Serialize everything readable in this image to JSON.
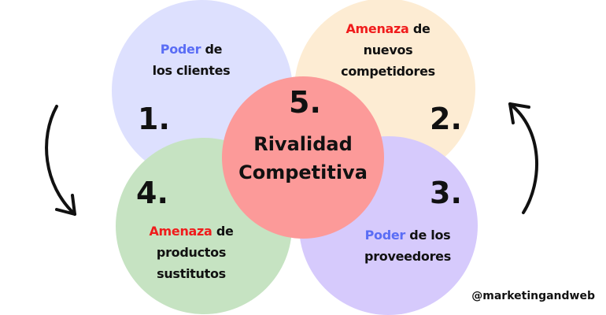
{
  "colors": {
    "c1": "#dde0fe",
    "c2": "#fdecd3",
    "c3": "#d6cafc",
    "c4": "#c6e3c2",
    "c5": "#fc9a99",
    "blue": "#5a6df5",
    "red": "#f01c1c"
  },
  "forces": [
    {
      "number": "1.",
      "highlight": "Poder",
      "rest": " de",
      "line2": "los clientes",
      "line3": ""
    },
    {
      "number": "2.",
      "highlight": "Amenaza",
      "rest": " de",
      "line2": "nuevos",
      "line3": "competidores"
    },
    {
      "number": "3.",
      "highlight": "Poder",
      "rest": " de los",
      "line2": "proveedores",
      "line3": ""
    },
    {
      "number": "4.",
      "highlight": "Amenaza",
      "rest": " de",
      "line2": "productos",
      "line3": "sustitutos"
    },
    {
      "number": "5.",
      "line1": "Rivalidad",
      "line2": "Competitiva"
    }
  ],
  "handle": "@marketingandweb"
}
